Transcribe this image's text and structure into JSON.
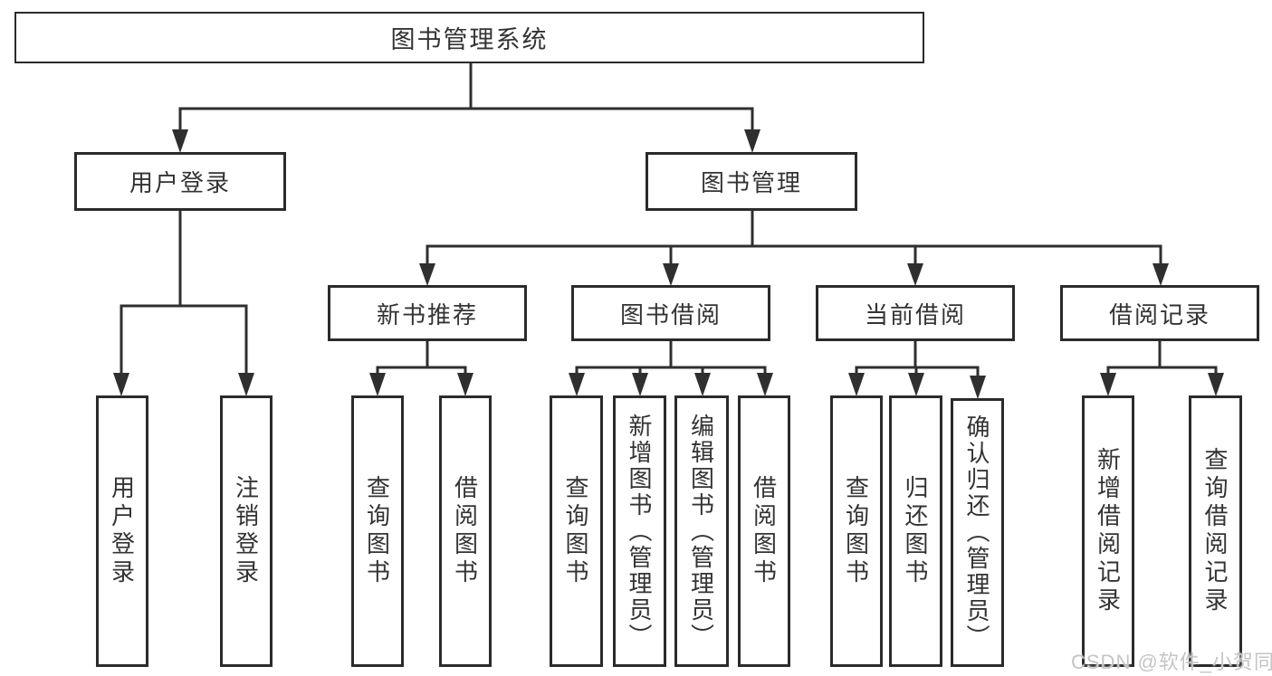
{
  "tree": {
    "root": {
      "label": "图书管理系统"
    },
    "branches": [
      {
        "label": "用户登录",
        "leaves": [
          "用户登录",
          "注销登录"
        ]
      },
      {
        "label": "图书管理",
        "groups": [
          {
            "label": "新书推荐",
            "leaves": [
              "查询图书",
              "借阅图书"
            ]
          },
          {
            "label": "图书借阅",
            "leaves": [
              "查询图书",
              "新增图书（管理员）",
              "编辑图书（管理员）",
              "借阅图书"
            ]
          },
          {
            "label": "当前借阅",
            "leaves": [
              "查询图书",
              "归还图书",
              "确认归还（管理员）"
            ]
          },
          {
            "label": "借阅记录",
            "leaves": [
              "新增借阅记录",
              "查询借阅记录"
            ]
          }
        ]
      }
    ]
  },
  "watermark": "CSDN @软件_小贺同学",
  "colors": {
    "line": "#2f2f2f",
    "box_border": "#2b2b2b",
    "text": "#333333",
    "watermark": "#c5c5c5",
    "background": "#ffffff"
  }
}
